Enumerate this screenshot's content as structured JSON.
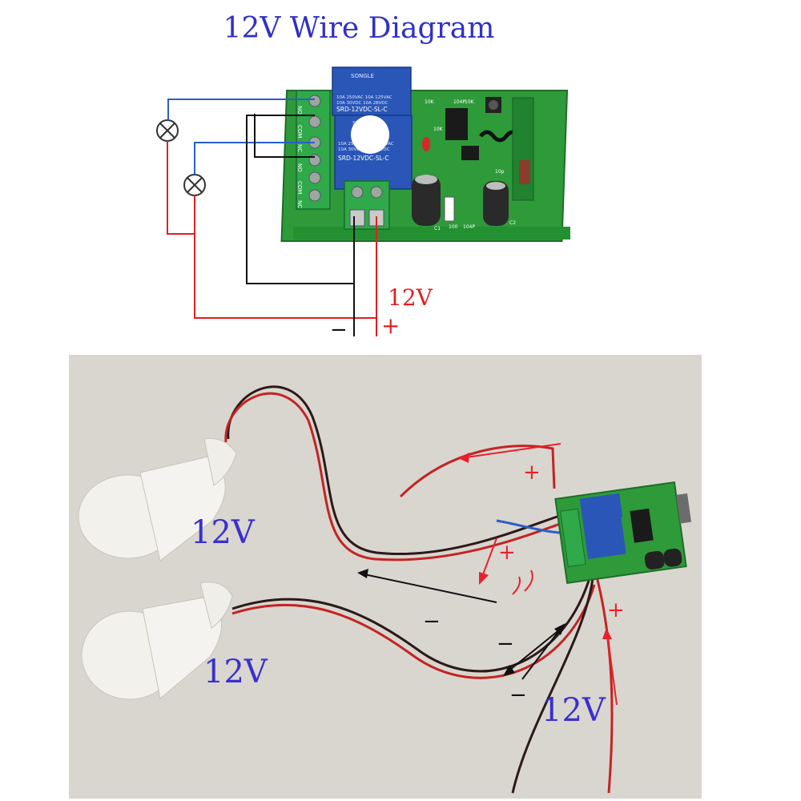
{
  "title": "12V Wire Diagram",
  "diagram": {
    "supply_label": "12V",
    "minus_sign": "−",
    "plus_sign": "+",
    "relay_top": {
      "brand": "SONGLE",
      "ratings": "10A 250VAC  10A 125VAC\n10A 30VDC   10A 28VDC",
      "model": "SRD-12VDC-SL-C"
    },
    "relay_bottom": {
      "brand": "SONGLE",
      "ratings": "10A 250VAC  10A 125VAC\n10A 30VDC   10A 28VDC",
      "model": "SRD-12VDC-SL-C"
    },
    "pcb_labels": [
      "10K",
      "104P",
      "10K",
      "C1",
      "100",
      "104P",
      "C2",
      "10K",
      "10p"
    ],
    "terminal_labels": [
      "NO",
      "COM",
      "NC",
      "NO",
      "COM",
      "NC"
    ]
  },
  "photo": {
    "bulb_label_top": "12V",
    "bulb_label_bottom": "12V",
    "supply_label": "12V",
    "plus_signs": [
      "+",
      "+",
      "+"
    ],
    "minus_signs": [
      "−",
      "−",
      "−"
    ]
  },
  "colors": {
    "title": "#3030c8",
    "label_blue": "#3a2fd0",
    "wire_red": "#e02020",
    "wire_blue": "#2a5fc8",
    "wire_black": "#111111",
    "pcb_green": "#2e9a3a",
    "relay_blue": "#2a56b8",
    "terminal_green": "#2fa94a",
    "photo_bg": "#d9d6d0",
    "annot_red": "#e8202a"
  }
}
